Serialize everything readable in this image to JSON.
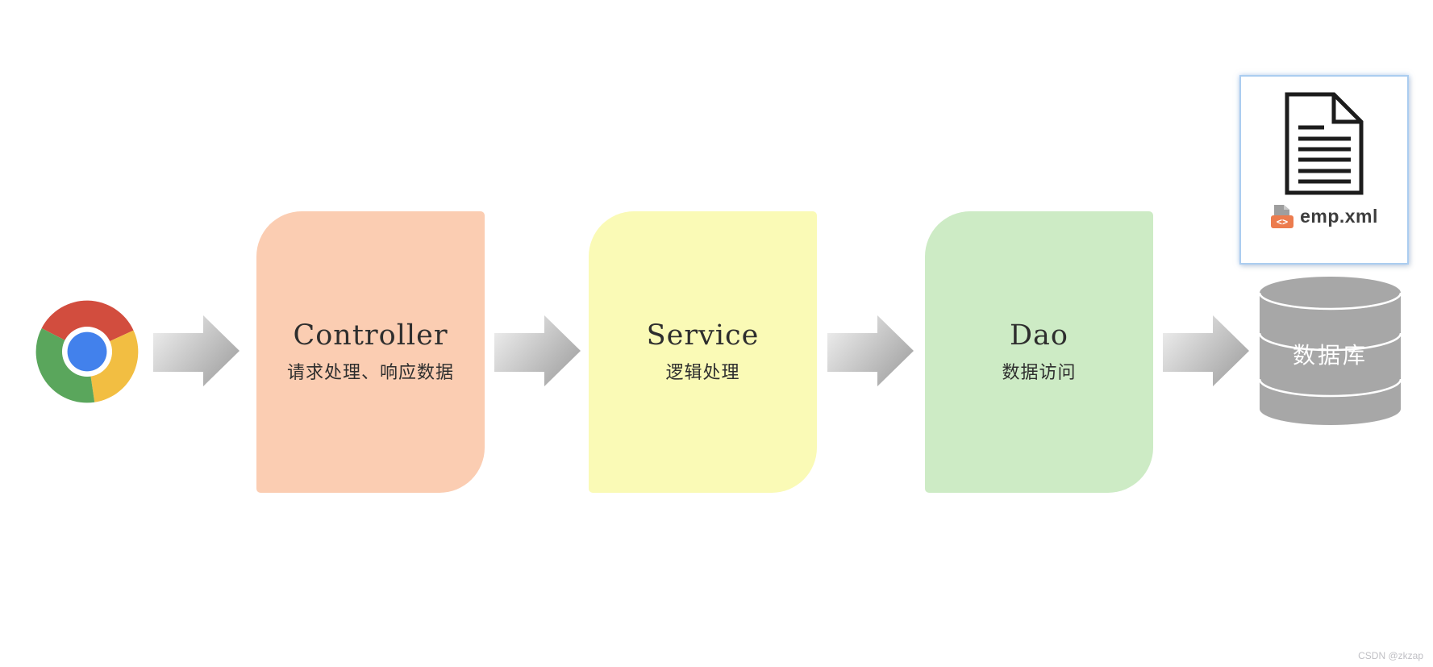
{
  "flow": {
    "source": {
      "icon": "chrome-browser",
      "colors": {
        "red": "#D24D3E",
        "yellow": "#F2BE42",
        "green": "#5AA65C",
        "blue": "#4281EC",
        "ring": "#FFFFFF"
      }
    },
    "nodes": [
      {
        "title": "Controller",
        "subtitle": "请求处理、响应数据",
        "fill": "#FBCDB2"
      },
      {
        "title": "Service",
        "subtitle": "逻辑处理",
        "fill": "#FAFAB6"
      },
      {
        "title": "Dao",
        "subtitle": "数据访问",
        "fill": "#CDEBC5"
      }
    ],
    "arrow_gradient": {
      "start": "#f3f3f3",
      "end": "#a5a5a5"
    }
  },
  "file_card": {
    "label": "emp.xml",
    "border_color": "#abcdf0",
    "doc_icon_stroke": "#1c1c1c",
    "mini_icon": {
      "page_fill": "#9e9e9e",
      "badge_fill": "#EC7C4E",
      "glyph": "<>"
    }
  },
  "database": {
    "label": "数据库",
    "fill": "#A7A7A7",
    "line_color": "#FFFFFF"
  },
  "watermark": {
    "text": "CSDN @zkzap"
  }
}
